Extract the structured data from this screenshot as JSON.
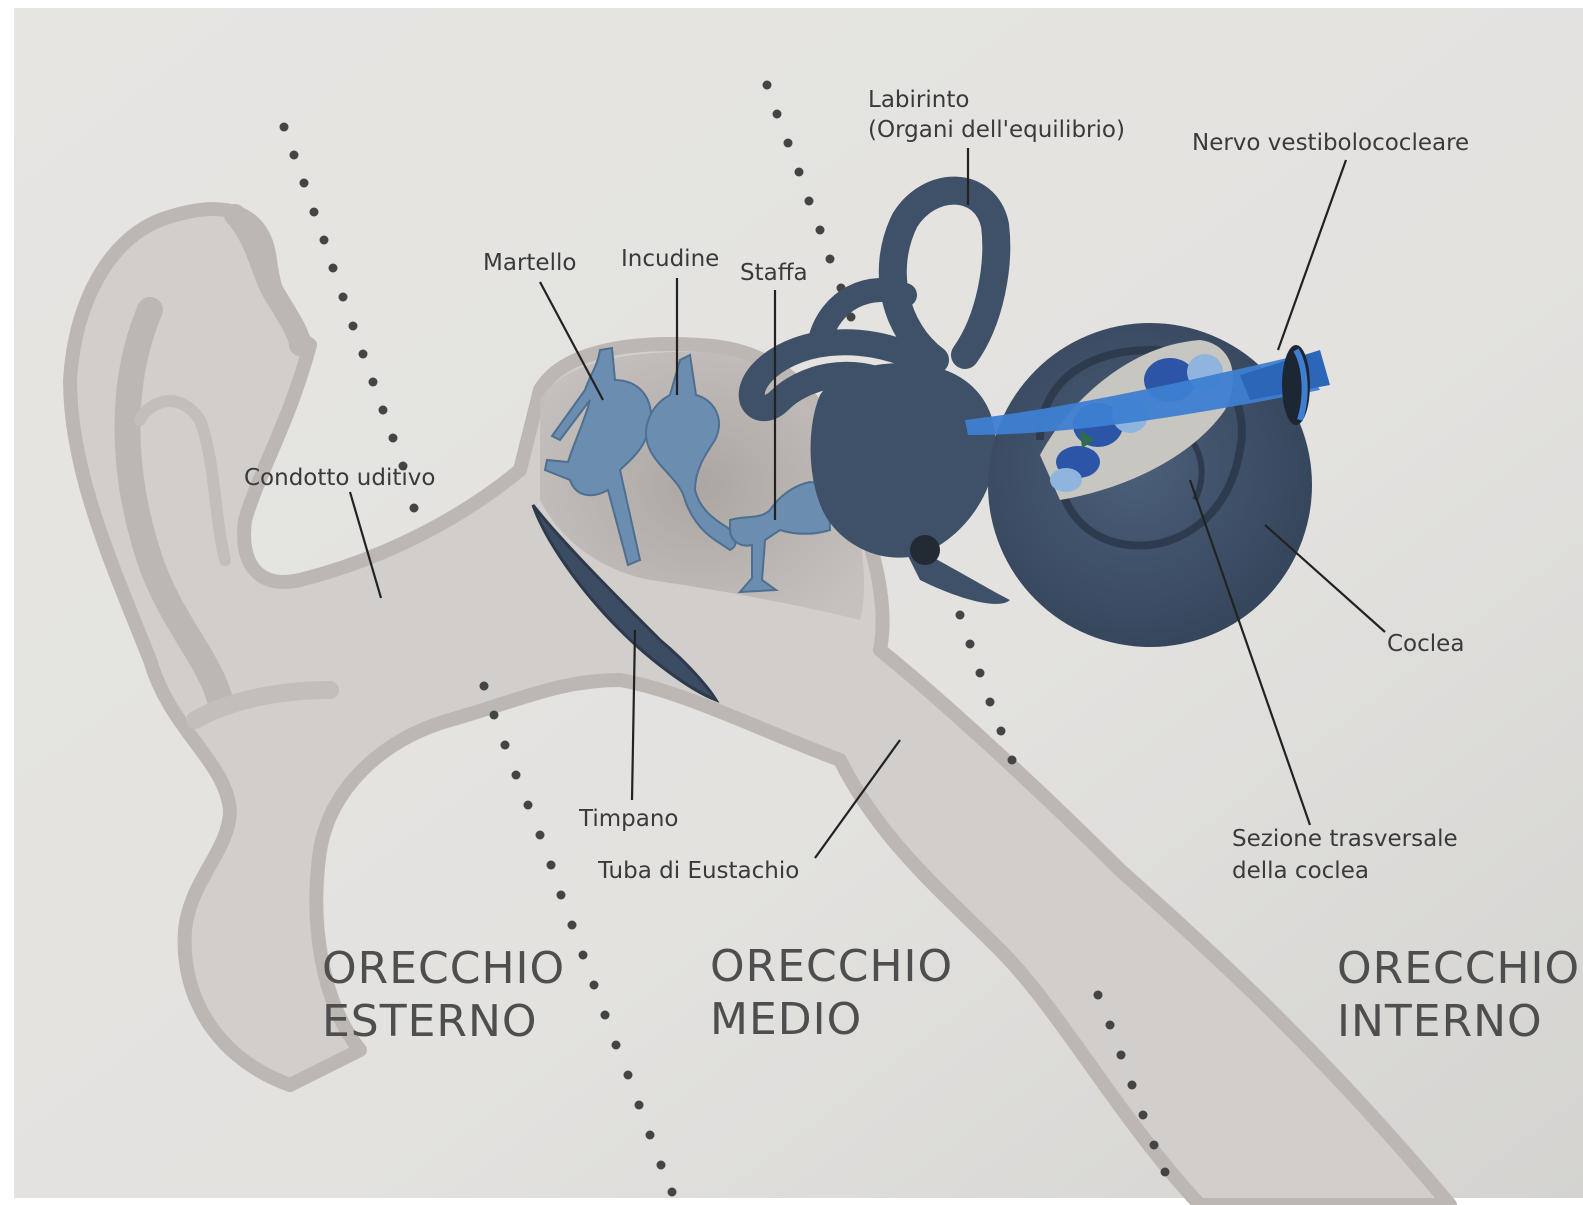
{
  "labels": {
    "labirinto_line1": "Labirinto",
    "labirinto_line2": "(Organi dell'equilibrio)",
    "nervo": "Nervo vestibolococleare",
    "martello": "Martello",
    "incudine": "Incudine",
    "staffa": "Staffa",
    "condotto": "Condotto uditivo",
    "coclea": "Coclea",
    "timpano": "Timpano",
    "tuba": "Tuba di Eustachio",
    "sezione_line1": "Sezione trasversale",
    "sezione_line2": "della coclea"
  },
  "regions": {
    "esterno_line1": "ORECCHIO",
    "esterno_line2": "ESTERNO",
    "medio_line1": "ORECCHIO",
    "medio_line2": "MEDIO",
    "interno_line1": "ORECCHIO",
    "interno_line2": "INTERNO"
  },
  "colors": {
    "background": "#e4e3e0",
    "ear_outline": "#bdb8b5",
    "ear_fill": "#d1cdcb",
    "inner_ear": "#3f5168",
    "ossicles": "#6e91b0",
    "nerve": "#3e7fd1",
    "text": "#3a3a3a"
  }
}
